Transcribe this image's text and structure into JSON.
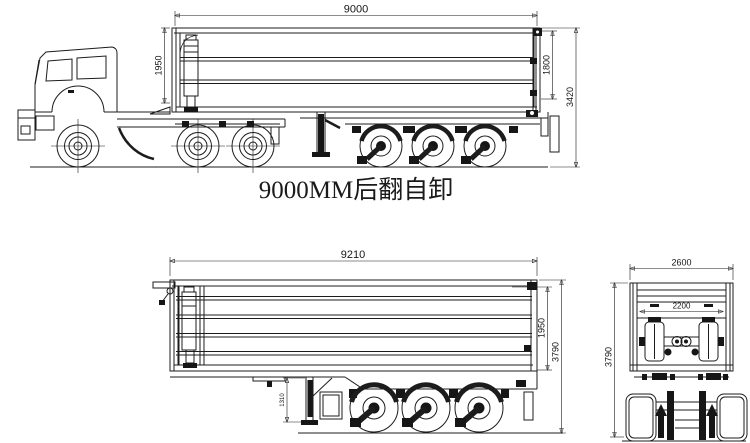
{
  "page": {
    "background": "#ffffff",
    "ink": "#1c1c1c"
  },
  "title": {
    "text": "9000MM后翻自卸"
  },
  "views": {
    "combination": {
      "dims": {
        "cargo_length": "9000",
        "front_height": "1950",
        "rear_height": "1800",
        "overall_height": "3420"
      }
    },
    "trailer_side": {
      "dims": {
        "overall_length": "9210",
        "body_height": "1950",
        "overall_height": "3790",
        "landing_gear_height": "1310"
      }
    },
    "trailer_rear": {
      "dims": {
        "overall_width": "2600",
        "inner_width": "2200",
        "overall_height": "3790"
      }
    }
  }
}
